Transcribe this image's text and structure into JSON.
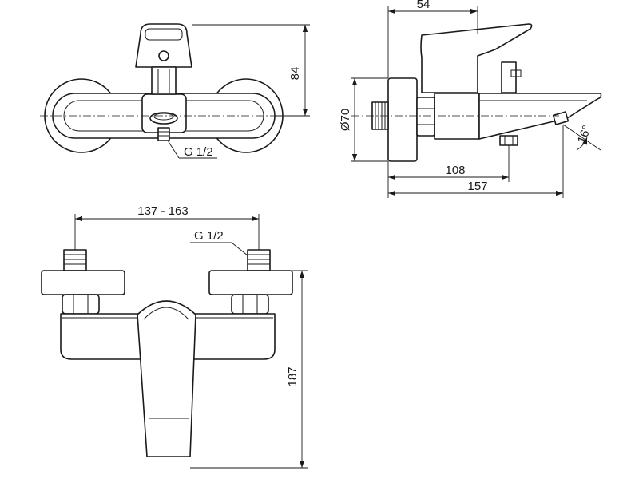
{
  "dimensions": {
    "height_84": "84",
    "depth_54": "54",
    "diameter_70": "Ø70",
    "spout_108": "108",
    "spout_157": "157",
    "angle_16": "16°",
    "centers": "137 - 163",
    "thread_top": "G 1/2",
    "thread_bottom": "G 1/2",
    "height_187": "187"
  },
  "colors": {
    "line": "#1a1a1a",
    "background": "#ffffff"
  }
}
